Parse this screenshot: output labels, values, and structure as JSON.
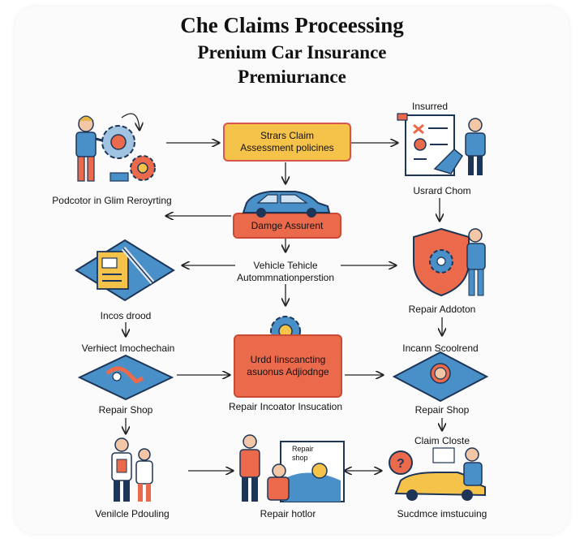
{
  "title": {
    "line1": "Che Claims Proceessing",
    "line2": "Prenium Car Insurance",
    "line3": "Premiurıance"
  },
  "nodes": {
    "claim_reporting": "Podcotor in Glim Reroyrting",
    "assessment": "Strars Claim\nAssessment policines",
    "insured": "Insurred",
    "usrard_chom": "Usrard Chom",
    "damage": "Damge Assurent",
    "vehicle_tehicle_line1": "Vehicle Tehicle",
    "vehicle_tehicle_line2": "Autommnationperstion",
    "repair_addoton": "Repair Addoton",
    "incos_drood": "Incos drood",
    "verhiect": "Verhiect Imochechain",
    "urdd_line1": "Urdd Iinscancting",
    "urdd_line2": "asuonus Adjiodnge",
    "incann": "Incann Scoolrend",
    "repair_shop_left": "Repair Shop",
    "repair_incoator": "Repair Incoator Insucation",
    "repair_shop_right": "Repair Shop",
    "claim_closte": "Claim Closte",
    "vehicle_pdouling": "Venilcle Pdouling",
    "repair_hotlor": "Repair hotlor",
    "sucdmce": "Sucdmce imstucuing",
    "speech_bubble": "Repair\nshop"
  },
  "colors": {
    "orange": "#ec6a4c",
    "yellow": "#f5c24a",
    "blue": "#4a90c8",
    "navy": "#1d3557"
  }
}
